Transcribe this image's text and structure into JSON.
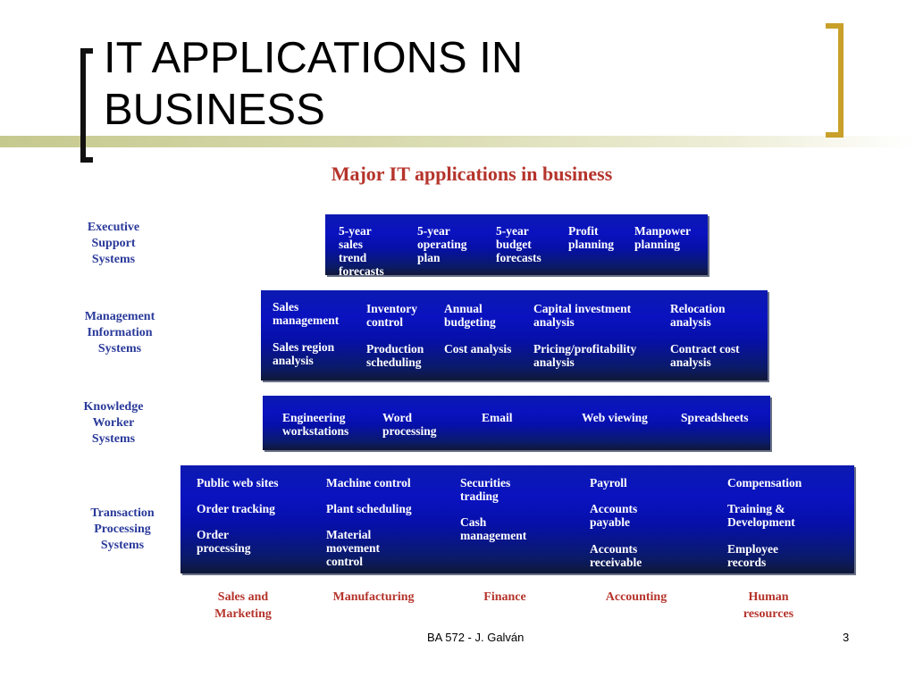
{
  "slide": {
    "title_line1": "IT APPLICATIONS IN",
    "title_line2": "BUSINESS",
    "footer": "BA 572 - J. Galván",
    "page_number": "3",
    "accent_color": "#c8a02a"
  },
  "figure": {
    "title": "Major IT applications in business",
    "levels": {
      "ess": "Executive\nSupport\nSystems",
      "mis": "Management\nInformation\nSystems",
      "kws": "Knowledge\nWorker\nSystems",
      "tps": "Transaction\nProcessing\nSystems"
    },
    "ess": [
      "5-year\nsales\ntrend\nforecasts",
      "5-year\noperating\nplan",
      "5-year\nbudget\nforecasts",
      "Profit\nplanning",
      "Manpower\nplanning"
    ],
    "mis": [
      "Sales\nmanagement",
      "Inventory\ncontrol",
      "Annual\nbudgeting",
      "Capital investment\nanalysis",
      "Relocation\nanalysis",
      "Sales region\nanalysis",
      "Production\nscheduling",
      "Cost analysis",
      "Pricing/profitability\nanalysis",
      "Contract cost\nanalysis"
    ],
    "kws": [
      "Engineering\nworkstations",
      "Word\nprocessing",
      "Email",
      "Web viewing",
      "Spreadsheets"
    ],
    "tps": [
      "Public web sites",
      "Order tracking",
      "Order\nprocessing",
      "Machine control",
      "Plant scheduling",
      "Material\nmovement\ncontrol",
      "Securities\ntrading",
      "Cash\nmanagement",
      "Payroll",
      "Accounts\npayable",
      "Accounts\nreceivable",
      "Compensation",
      "Training &\nDevelopment",
      "Employee\nrecords"
    ],
    "departments": [
      "Sales and\nMarketing",
      "Manufacturing",
      "Finance",
      "Accounting",
      "Human\nresources"
    ]
  }
}
